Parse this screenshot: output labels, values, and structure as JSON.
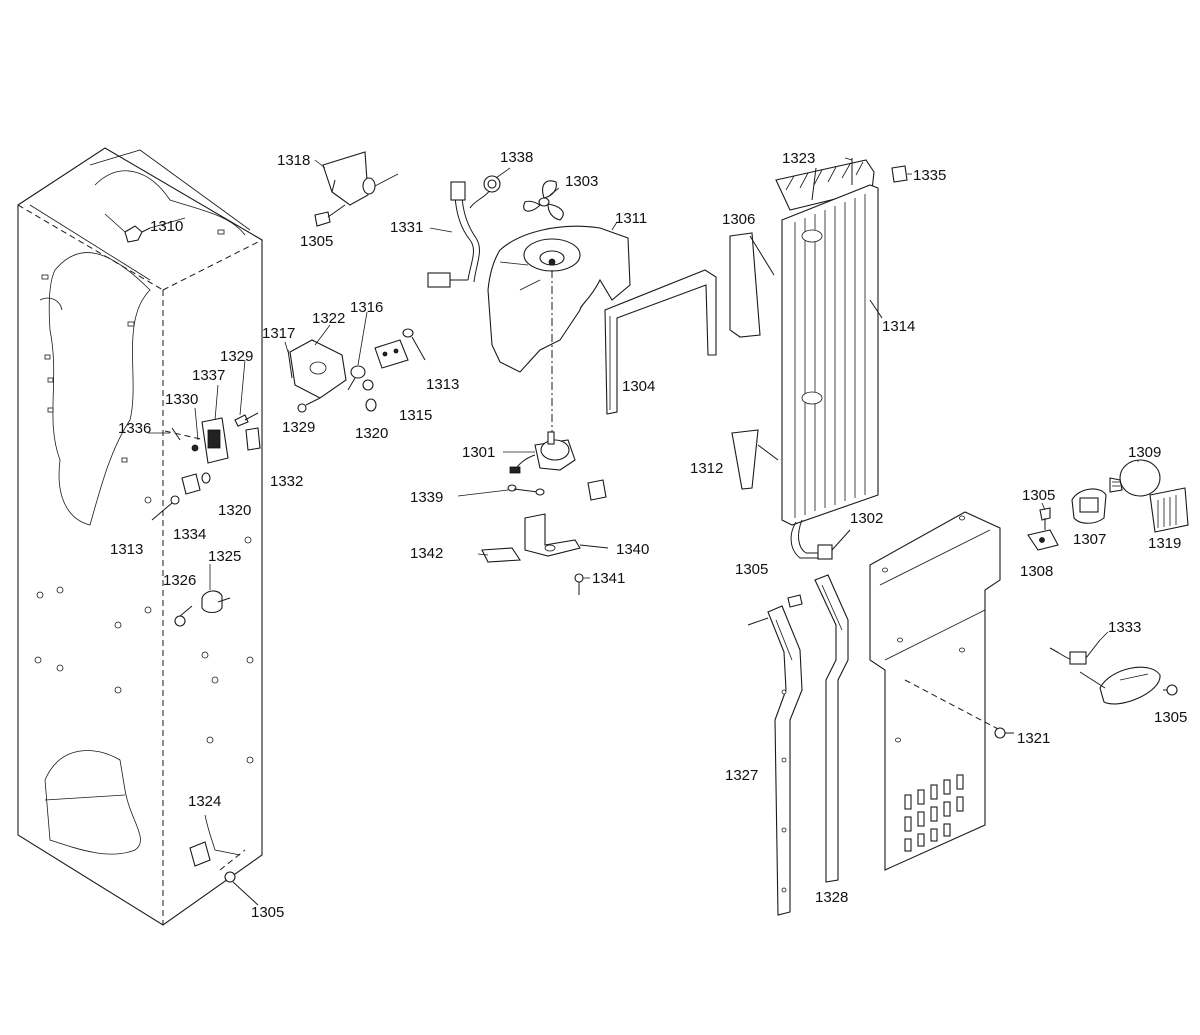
{
  "colors": {
    "background": "#ffffff",
    "ink": "#1a1a1a"
  },
  "labels": {
    "l1301": "1301",
    "l1302": "1302",
    "l1303": "1303",
    "l1304": "1304",
    "l1305a": "1305",
    "l1305b": "1305",
    "l1305c": "1305",
    "l1305d": "1305",
    "l1305e": "1305",
    "l1306": "1306",
    "l1307": "1307",
    "l1308": "1308",
    "l1309": "1309",
    "l1310": "1310",
    "l1311": "1311",
    "l1312": "1312",
    "l1313a": "1313",
    "l1313b": "1313",
    "l1314": "1314",
    "l1315": "1315",
    "l1316": "1316",
    "l1317": "1317",
    "l1318": "1318",
    "l1319": "1319",
    "l1320a": "1320",
    "l1320b": "1320",
    "l1321": "1321",
    "l1322": "1322",
    "l1323": "1323",
    "l1324": "1324",
    "l1325": "1325",
    "l1326": "1326",
    "l1327": "1327",
    "l1328": "1328",
    "l1329a": "1329",
    "l1329b": "1329",
    "l1330": "1330",
    "l1331": "1331",
    "l1332": "1332",
    "l1333": "1333",
    "l1334": "1334",
    "l1335": "1335",
    "l1336": "1336",
    "l1337": "1337",
    "l1338": "1338",
    "l1339": "1339",
    "l1340": "1340",
    "l1341": "1341",
    "l1342": "1342"
  }
}
